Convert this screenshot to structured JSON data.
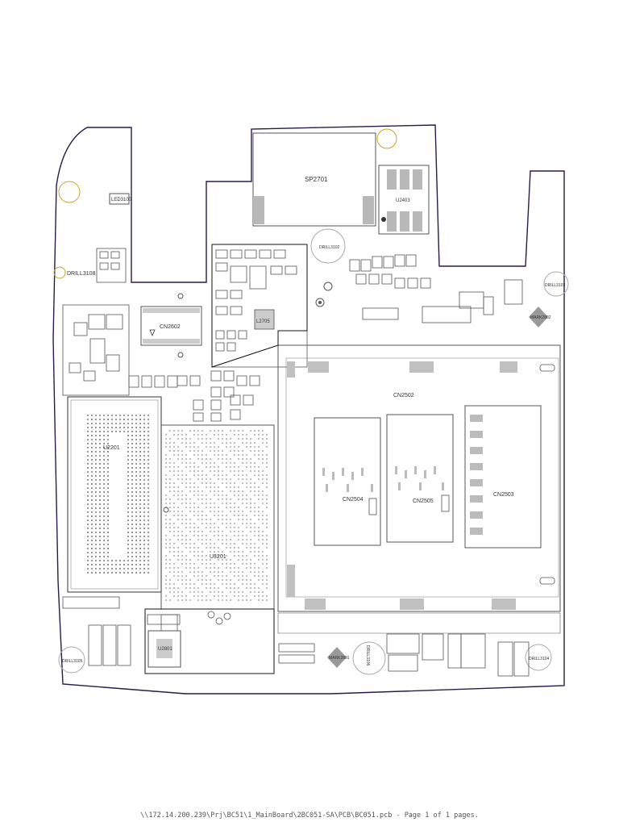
{
  "board": {
    "labels": {
      "sp2701": "SP2701",
      "u2403": "U2403",
      "led3100": "LED3100",
      "drill3108": "DRILL3108",
      "drill3102": "DRILL3102",
      "drill3103": "DRILL3103",
      "drill3105": "DRILL3105",
      "drill3106": "DRILL3106",
      "drill3104": "DRILL3104",
      "mark2802": "MARK2802",
      "mark2801": "MARK2801",
      "cn2602": "CN2602",
      "l2705": "L2705",
      "cn2502": "CN2502",
      "cn2504": "CN2504",
      "cn2505": "CN2505",
      "cn2503": "CN2503",
      "u2201": "U2201",
      "u3201": "U3201",
      "u2801": "U2801"
    }
  },
  "footer": {
    "path": "\\\\172.14.200.239\\Prj\\BC51\\1_MainBoard\\2BC051-SA\\PCB\\BC051.pcb - Page 1 of 1 pages."
  },
  "colors": {
    "outline": "#2a1a4a",
    "component": "#444444",
    "pad": "#b8b8b8",
    "drill_ring": "#c9a227"
  }
}
